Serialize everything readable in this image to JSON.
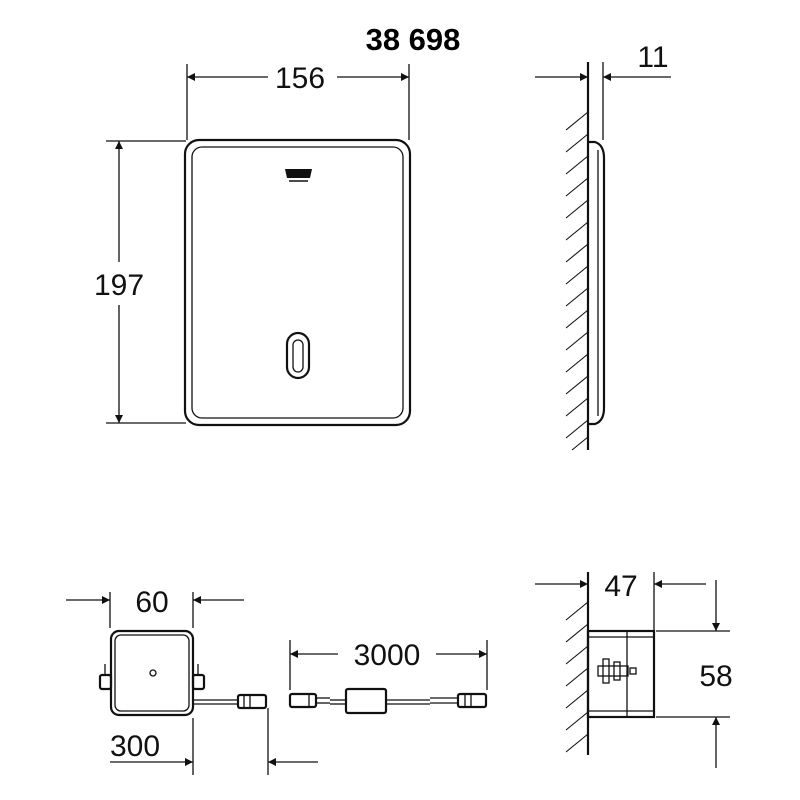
{
  "product_code": "38 698",
  "dimensions": {
    "plate_width": "156",
    "plate_height": "197",
    "plate_depth": "11",
    "box_width": "60",
    "cable_length": "3000",
    "cable_offset": "300",
    "box_depth": "47",
    "box_height": "58"
  },
  "colors": {
    "line": "#111111",
    "background": "#ffffff"
  }
}
